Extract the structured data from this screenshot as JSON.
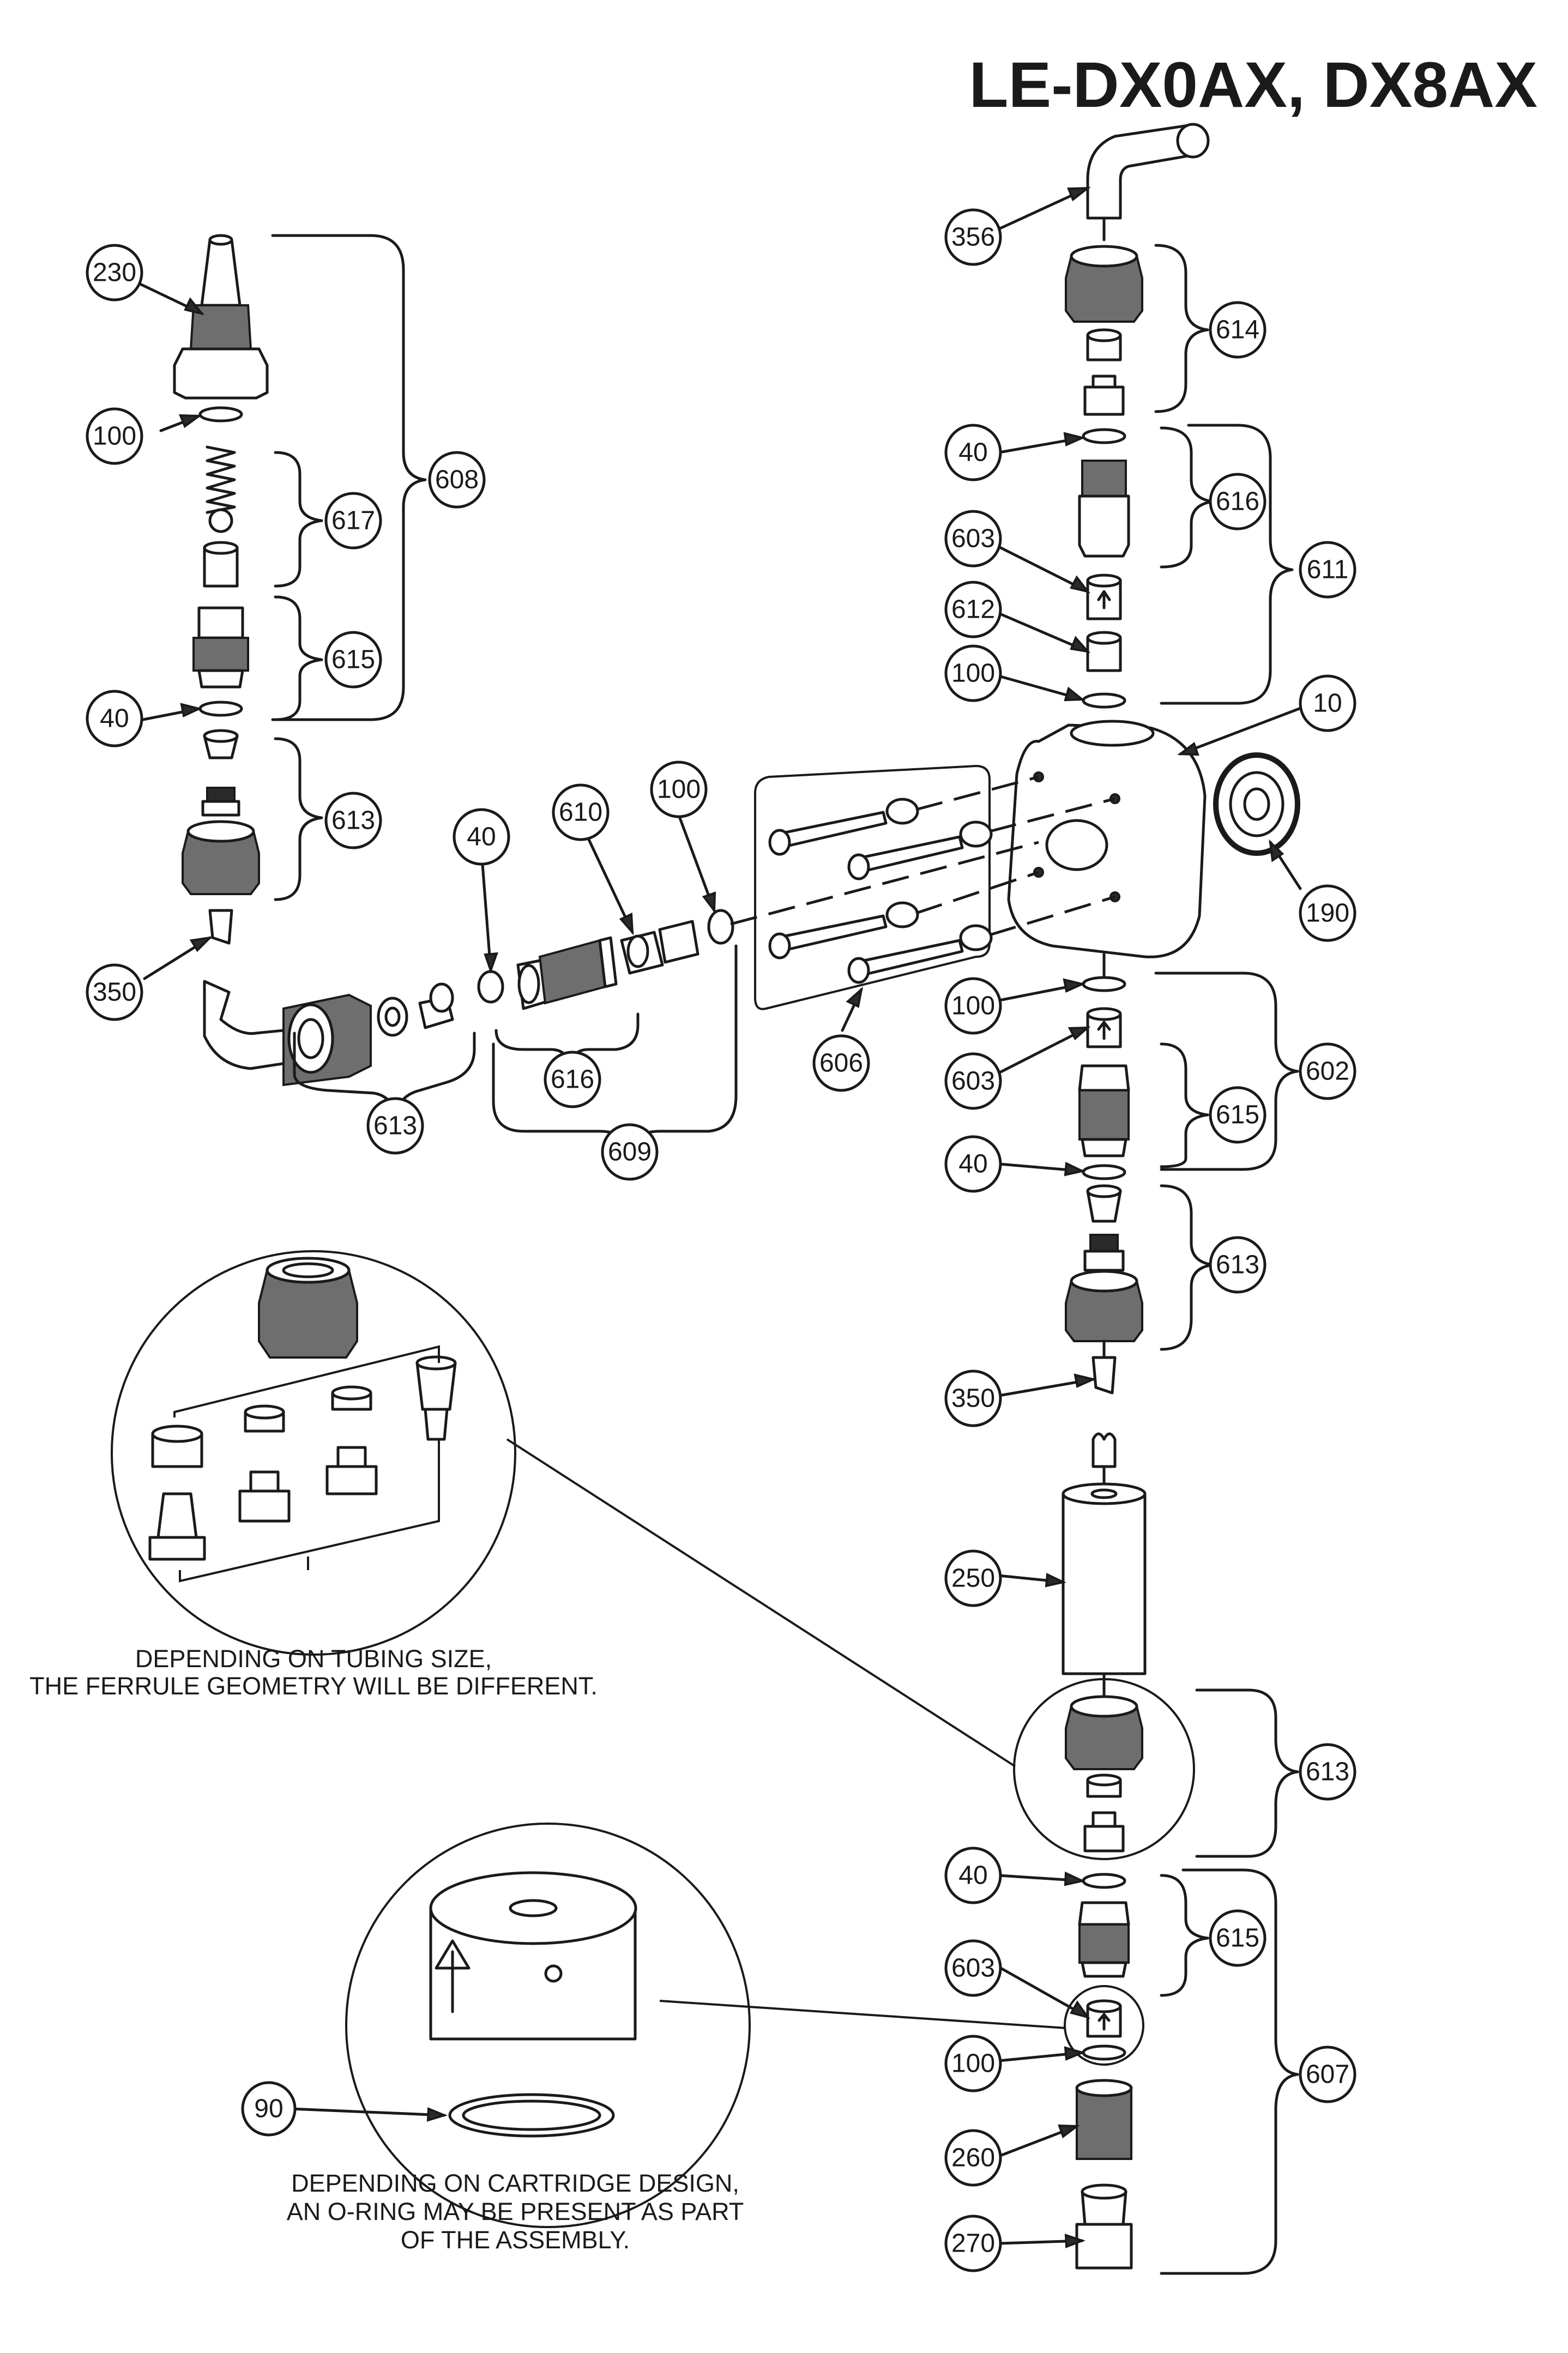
{
  "title": "LE-DX0AX, DX8AX",
  "callouts": [
    {
      "id": "c356",
      "label": "356"
    },
    {
      "id": "c614",
      "label": "614"
    },
    {
      "id": "c40a",
      "label": "40"
    },
    {
      "id": "c616a",
      "label": "616"
    },
    {
      "id": "c611",
      "label": "611"
    },
    {
      "id": "c603a",
      "label": "603"
    },
    {
      "id": "c612",
      "label": "612"
    },
    {
      "id": "c100a",
      "label": "100"
    },
    {
      "id": "c10",
      "label": "10"
    },
    {
      "id": "c190",
      "label": "190"
    },
    {
      "id": "c230",
      "label": "230"
    },
    {
      "id": "c100b",
      "label": "100"
    },
    {
      "id": "c608",
      "label": "608"
    },
    {
      "id": "c617",
      "label": "617"
    },
    {
      "id": "c615a",
      "label": "615"
    },
    {
      "id": "c40b",
      "label": "40"
    },
    {
      "id": "c613a",
      "label": "613"
    },
    {
      "id": "c350a",
      "label": "350"
    },
    {
      "id": "c40c",
      "label": "40"
    },
    {
      "id": "c610",
      "label": "610"
    },
    {
      "id": "c100c",
      "label": "100"
    },
    {
      "id": "c606",
      "label": "606"
    },
    {
      "id": "c613b",
      "label": "613"
    },
    {
      "id": "c616b",
      "label": "616"
    },
    {
      "id": "c609",
      "label": "609"
    },
    {
      "id": "c100d",
      "label": "100"
    },
    {
      "id": "c602",
      "label": "602"
    },
    {
      "id": "c603b",
      "label": "603"
    },
    {
      "id": "c615b",
      "label": "615"
    },
    {
      "id": "c40d",
      "label": "40"
    },
    {
      "id": "c613c",
      "label": "613"
    },
    {
      "id": "c350b",
      "label": "350"
    },
    {
      "id": "c250",
      "label": "250"
    },
    {
      "id": "c613d",
      "label": "613"
    },
    {
      "id": "c40e",
      "label": "40"
    },
    {
      "id": "c615c",
      "label": "615"
    },
    {
      "id": "c603c",
      "label": "603"
    },
    {
      "id": "c607",
      "label": "607"
    },
    {
      "id": "c100e",
      "label": "100"
    },
    {
      "id": "c260",
      "label": "260"
    },
    {
      "id": "c270",
      "label": "270"
    },
    {
      "id": "c90",
      "label": "90"
    }
  ],
  "notes": {
    "ferrule_line1": "DEPENDING ON TUBING SIZE,",
    "ferrule_line2": "THE FERRULE GEOMETRY WILL BE DIFFERENT.",
    "cartridge_line1": "DEPENDING ON CARTRIDGE DESIGN,",
    "cartridge_line2": "AN O-RING MAY BE PRESENT AS PART",
    "cartridge_line3": "OF THE ASSEMBLY."
  }
}
